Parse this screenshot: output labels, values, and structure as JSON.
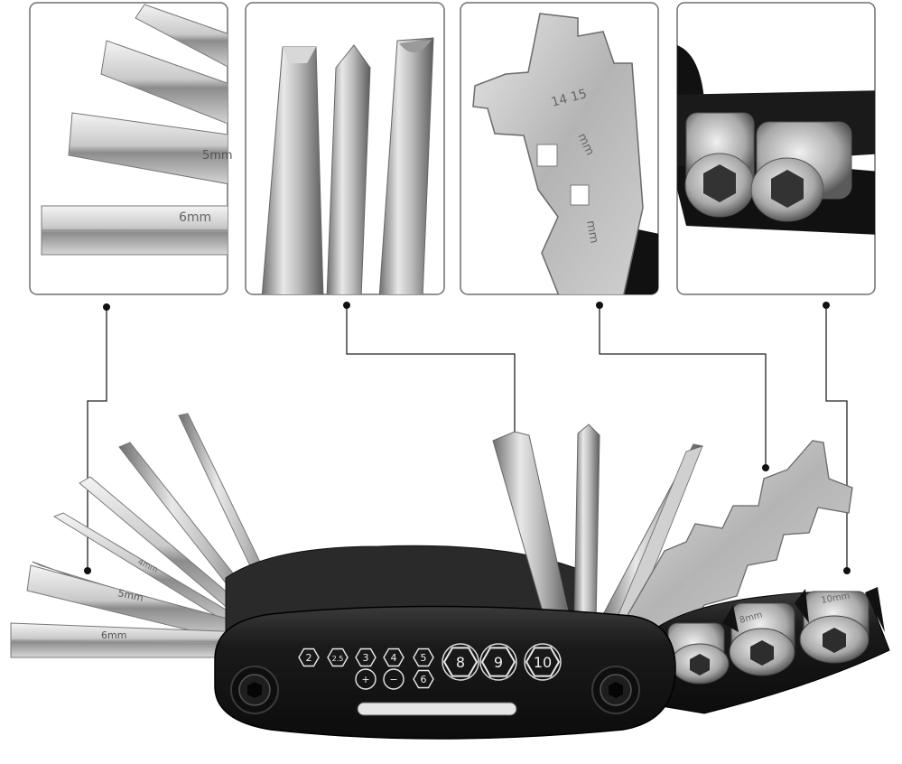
{
  "detail_panels": [
    {
      "id": "hex-keys",
      "markings": [
        "5mm",
        "6mm"
      ]
    },
    {
      "id": "screwdrivers",
      "markings": []
    },
    {
      "id": "spoke-wrench",
      "markings": [
        "14 15",
        "mm",
        "mm"
      ]
    },
    {
      "id": "sockets",
      "markings": []
    }
  ],
  "tool": {
    "blade_markings": [
      "5mm",
      "6mm",
      "4mm"
    ],
    "socket_markings": [
      "8mm",
      "10mm"
    ],
    "size_icons": [
      {
        "label": "2",
        "shape": "hex"
      },
      {
        "label": "2.5",
        "shape": "hex"
      },
      {
        "label": "3",
        "shape": "hex"
      },
      {
        "label": "4",
        "shape": "hex"
      },
      {
        "label": "5",
        "shape": "hex"
      },
      {
        "label": "8",
        "shape": "hex-large"
      },
      {
        "label": "9",
        "shape": "hex-large"
      },
      {
        "label": "10",
        "shape": "hex-large"
      },
      {
        "label": "+",
        "shape": "circle"
      },
      {
        "label": "−",
        "shape": "circle"
      },
      {
        "label": "6",
        "shape": "hex"
      }
    ]
  },
  "colors": {
    "background": "#ffffff",
    "panel_border": "#6f6f6f",
    "tool_body": "#1c1c1c",
    "steel_light": "#e4e4e4",
    "steel_dark": "#7a7a7a",
    "callout_line": "#222222"
  }
}
